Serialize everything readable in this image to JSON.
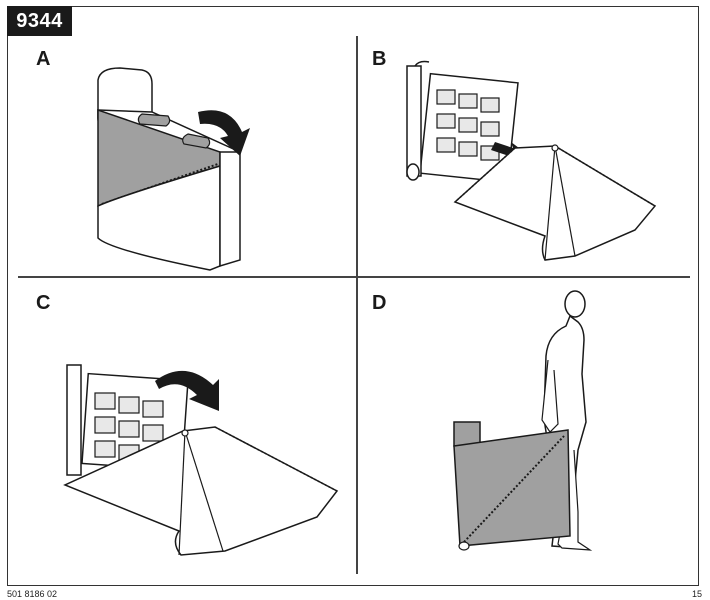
{
  "document": {
    "model_number": "9344",
    "part_number": "501 8186 02",
    "page_number": "15"
  },
  "panels": [
    {
      "label": "A",
      "illustration": "cushion-unzip-icon"
    },
    {
      "label": "B",
      "illustration": "seat-frame-remove-icon"
    },
    {
      "label": "C",
      "illustration": "cover-fold-icon"
    },
    {
      "label": "D",
      "illustration": "person-carry-icon"
    }
  ],
  "colors": {
    "ink": "#1a1a1a",
    "fabric_gray": "#a0a0a0",
    "arrow": "#1a1a1a"
  }
}
